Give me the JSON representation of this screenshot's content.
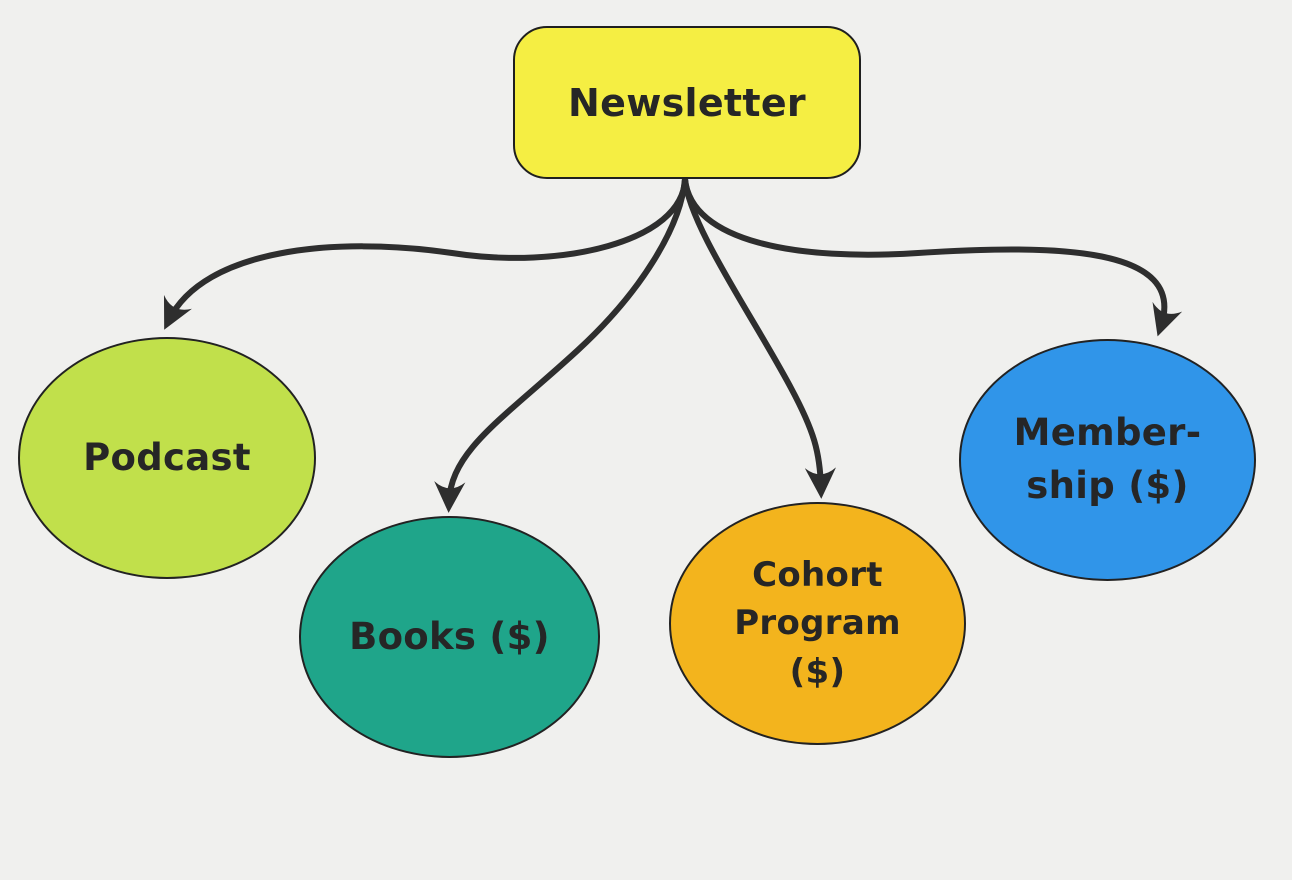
{
  "diagram": {
    "colors": {
      "background": "#F0F0EE",
      "arrow": "#2E2E2E",
      "text": "#262626",
      "node_border": "#222222",
      "newsletter_fill": "#F5EE43",
      "podcast_fill": "#C1E04B",
      "books_fill": "#1FA58A",
      "cohort_fill": "#F3B41D",
      "membership_fill": "#3095E9"
    },
    "nodes": {
      "newsletter": {
        "label": "Newsletter",
        "shape": "rounded-rectangle"
      },
      "podcast": {
        "label": "Podcast",
        "shape": "ellipse"
      },
      "books": {
        "label": "Books ($)",
        "shape": "ellipse"
      },
      "cohort": {
        "label": "Cohort\nProgram\n($)",
        "shape": "ellipse"
      },
      "membership": {
        "label": "Member-\nship ($)",
        "shape": "ellipse"
      }
    },
    "edges": [
      {
        "from": "Newsletter",
        "to": "Podcast"
      },
      {
        "from": "Newsletter",
        "to": "Books ($)"
      },
      {
        "from": "Newsletter",
        "to": "Cohort Program ($)"
      },
      {
        "from": "Newsletter",
        "to": "Member-ship ($)"
      }
    ]
  }
}
